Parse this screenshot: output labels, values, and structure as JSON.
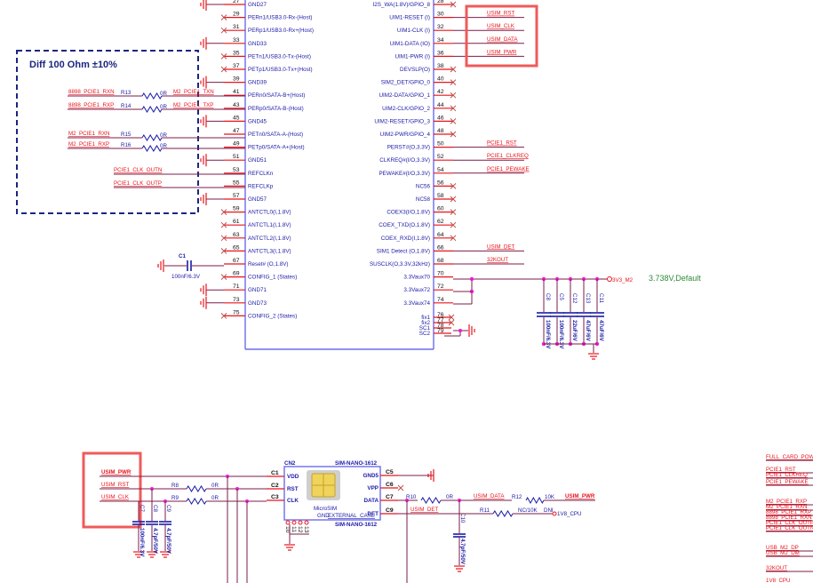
{
  "title_note": "Diff 100 Ohm ±10%",
  "voltage_probe": "3.738V,Default",
  "connector": {
    "left_pins": [
      {
        "num": "27",
        "name": "GND27",
        "type": "gnd"
      },
      {
        "num": "29",
        "name": "PERn1/USB3.0-Rx-(Host)",
        "type": "nc"
      },
      {
        "num": "31",
        "name": "PERp1/USB3.0-Rx+(Host)",
        "type": "nc"
      },
      {
        "num": "33",
        "name": "GND33",
        "type": "gnd"
      },
      {
        "num": "35",
        "name": "PETn1/USB3.0-Tx-(Host)",
        "type": "nc"
      },
      {
        "num": "37",
        "name": "PETp1/USB3.0-Tx+(Host)",
        "type": "nc"
      },
      {
        "num": "39",
        "name": "GND39",
        "type": "gnd"
      },
      {
        "num": "41",
        "name": "PERn0/SATA-B+(Host)",
        "type": "net"
      },
      {
        "num": "43",
        "name": "PERp0/SATA-B-(Host)",
        "type": "net"
      },
      {
        "num": "45",
        "name": "GND45",
        "type": "gnd"
      },
      {
        "num": "47",
        "name": "PETn0/SATA-A-(Host)",
        "type": "net"
      },
      {
        "num": "49",
        "name": "PETp0/SATA-A+(Host)",
        "type": "net"
      },
      {
        "num": "51",
        "name": "GND51",
        "type": "gnd"
      },
      {
        "num": "53",
        "name": "REFCLKn",
        "type": "net"
      },
      {
        "num": "55",
        "name": "REFCLKp",
        "type": "net"
      },
      {
        "num": "57",
        "name": "GND57",
        "type": "gnd"
      },
      {
        "num": "59",
        "name": "ANTCTL0(I,1.8V)",
        "type": "nc"
      },
      {
        "num": "61",
        "name": "ANTCTL1(I,1.8V)",
        "type": "nc"
      },
      {
        "num": "63",
        "name": "ANTCTL2(I,1.8V)",
        "type": "nc"
      },
      {
        "num": "65",
        "name": "ANTCTL3(I,1.8V)",
        "type": "nc"
      },
      {
        "num": "67",
        "name": "Reset# (O,1.8V)",
        "type": "cap"
      },
      {
        "num": "69",
        "name": "CONFIG_1 (States)",
        "type": "nc"
      },
      {
        "num": "71",
        "name": "GND71",
        "type": "gnd"
      },
      {
        "num": "73",
        "name": "GND73",
        "type": "gnd"
      },
      {
        "num": "75",
        "name": "CONFIG_2 (States)",
        "type": "nc"
      }
    ],
    "right_pins": [
      {
        "num": "28",
        "name": "I2S_WA(1.8V)/GPIO_8",
        "type": "nc"
      },
      {
        "num": "30",
        "name": "UIM1-RESET (I)",
        "type": "net",
        "net": "USIM_RST"
      },
      {
        "num": "32",
        "name": "UIM1-CLK (I)",
        "type": "net",
        "net": "USIM_CLK"
      },
      {
        "num": "34",
        "name": "UIM1-DATA (IO)",
        "type": "net",
        "net": "USIM_DATA"
      },
      {
        "num": "36",
        "name": "UIM1-PWR (I)",
        "type": "net",
        "net": "USIM_PWR"
      },
      {
        "num": "38",
        "name": "DEVSLP(O)",
        "type": "nc"
      },
      {
        "num": "40",
        "name": "SIM2_DET/GPIO_0",
        "type": "nc"
      },
      {
        "num": "42",
        "name": "UIM2-DATA/GPIO_1",
        "type": "nc"
      },
      {
        "num": "44",
        "name": "UIM2-CLK/GPIO_2",
        "type": "nc"
      },
      {
        "num": "46",
        "name": "UIM2-RESET/GPIO_3",
        "type": "nc"
      },
      {
        "num": "48",
        "name": "UIM2-PWR/GPIO_4",
        "type": "nc"
      },
      {
        "num": "50",
        "name": "PERST#(O,3.3V)",
        "type": "net",
        "net": "PCIE1_RST"
      },
      {
        "num": "52",
        "name": "CLKREQ#(I/O,3.3V)",
        "type": "net",
        "net": "PCIE1_CLKREQ"
      },
      {
        "num": "54",
        "name": "PEWAKE#(I/O,3.3V)",
        "type": "net",
        "net": "PCIE1_PEWAKE"
      },
      {
        "num": "56",
        "name": "NC56",
        "type": "nc"
      },
      {
        "num": "58",
        "name": "NC58",
        "type": "nc"
      },
      {
        "num": "60",
        "name": "COEX3(I/O,1.8V)",
        "type": "nc"
      },
      {
        "num": "62",
        "name": "COEX_TXD(O,1.8V)",
        "type": "nc"
      },
      {
        "num": "64",
        "name": "COEX_RXD(I,1.8V)",
        "type": "nc"
      },
      {
        "num": "66",
        "name": "SIM1 Detect (O,1.8V)",
        "type": "net",
        "net": "USIM_DET"
      },
      {
        "num": "68",
        "name": "SUSCLK(O,3.3V,32kHz)",
        "type": "net",
        "net": "32KOUT"
      },
      {
        "num": "70",
        "name": "3.3Vaux70",
        "type": "pwr"
      },
      {
        "num": "72",
        "name": "3.3Vaux72",
        "type": "pwr"
      },
      {
        "num": "74",
        "name": "3.3Vaux74",
        "type": "pwr"
      }
    ],
    "bottom_right_pins": [
      {
        "num": "76",
        "name": "fix1"
      },
      {
        "num": "77",
        "name": "fix2"
      },
      {
        "num": "78",
        "name": "SC1"
      },
      {
        "num": "79",
        "name": "SC2"
      }
    ]
  },
  "diff_pairs": [
    {
      "left_net": "8898_PCIE1_RXN",
      "res": "R13",
      "value": "0R",
      "right_net": "M2_PCIE1_TXN"
    },
    {
      "left_net": "8898_PCIE1_RXP",
      "res": "R14",
      "value": "0R",
      "right_net": "M2_PCIE1_TXP"
    },
    {
      "left_net": "M2_PCIE1_RXN",
      "res": "R15",
      "value": "0R",
      "right_net": ""
    },
    {
      "left_net": "M2_PCIE1_RXP",
      "res": "R16",
      "value": "0R",
      "right_net": ""
    }
  ],
  "clk_nets": [
    "PCIE1_CLK_OUTN",
    "PCIE1_CLK_OUTP"
  ],
  "c1": {
    "ref": "C1",
    "value": "100nF/6.3V"
  },
  "power_net": "3V3_M2",
  "decoupling_caps": [
    {
      "ref": "C8",
      "value": "100nF/6.3V"
    },
    {
      "ref": "C5",
      "value": "100nF/6.3V"
    },
    {
      "ref": "C12",
      "value": "22uF/6V"
    },
    {
      "ref": "C13",
      "value": "47uF/6V"
    },
    {
      "ref": "C11",
      "value": "47uF/6V"
    }
  ],
  "sim": {
    "ref": "CN2",
    "part": "SIM-NANO-1612",
    "card_label": "MicroSIM",
    "gnd_label": "GND",
    "gnd_sub_label": "EXTERNAL_CASE",
    "left_pins": [
      {
        "num": "C1",
        "name": "VDD"
      },
      {
        "num": "C2",
        "name": "RST"
      },
      {
        "num": "C3",
        "name": "CLK"
      }
    ],
    "right_pins": [
      {
        "num": "C5",
        "name": "GND5"
      },
      {
        "num": "C6",
        "name": "VPP"
      },
      {
        "num": "C7",
        "name": "DATA"
      },
      {
        "num": "C9",
        "name": "DET"
      }
    ],
    "bottom_pins": [
      "10",
      "11",
      "12",
      "13"
    ]
  },
  "sim_nets": {
    "pwr": "USIM_PWR",
    "rst": "USIM_RST",
    "clk": "USIM_CLK",
    "data": "USIM_DATA",
    "det": "USIM_DET",
    "vcpu": "1V8_CPU"
  },
  "sim_resistors": [
    {
      "ref": "R8",
      "value": "0R"
    },
    {
      "ref": "R9",
      "value": "0R"
    },
    {
      "ref": "R10",
      "value": "0R"
    },
    {
      "ref": "R11",
      "value": "NC/10K",
      "note": "DNI"
    },
    {
      "ref": "R12",
      "value": "10K"
    }
  ],
  "sim_caps": [
    {
      "ref": "C7",
      "value": "100nF/6.3V"
    },
    {
      "ref": "C8",
      "value": "4.7pF/50V"
    },
    {
      "ref": "C9",
      "value": "4.7pF/50V"
    },
    {
      "ref": "C10",
      "value": "4.7pF/50V"
    }
  ],
  "right_net_list": [
    "FULL_CARD_POW",
    "PCIE1_RST",
    "PCIE1_CLKREQ",
    "PCIE1_PEWAKE",
    "M2_PCIE1_RXP",
    "M2_PCIE1_RXN",
    "8898_PCIE1_RXP",
    "8898_PCIE1_RXN",
    "PCIE1_CLK_OUTP",
    "PCIE1_CLK_OUTN",
    "USB_M2_DP",
    "USB_M2_DM",
    "32KOUT",
    "1V8_CPU"
  ],
  "highlight_color": "#f05a5a"
}
